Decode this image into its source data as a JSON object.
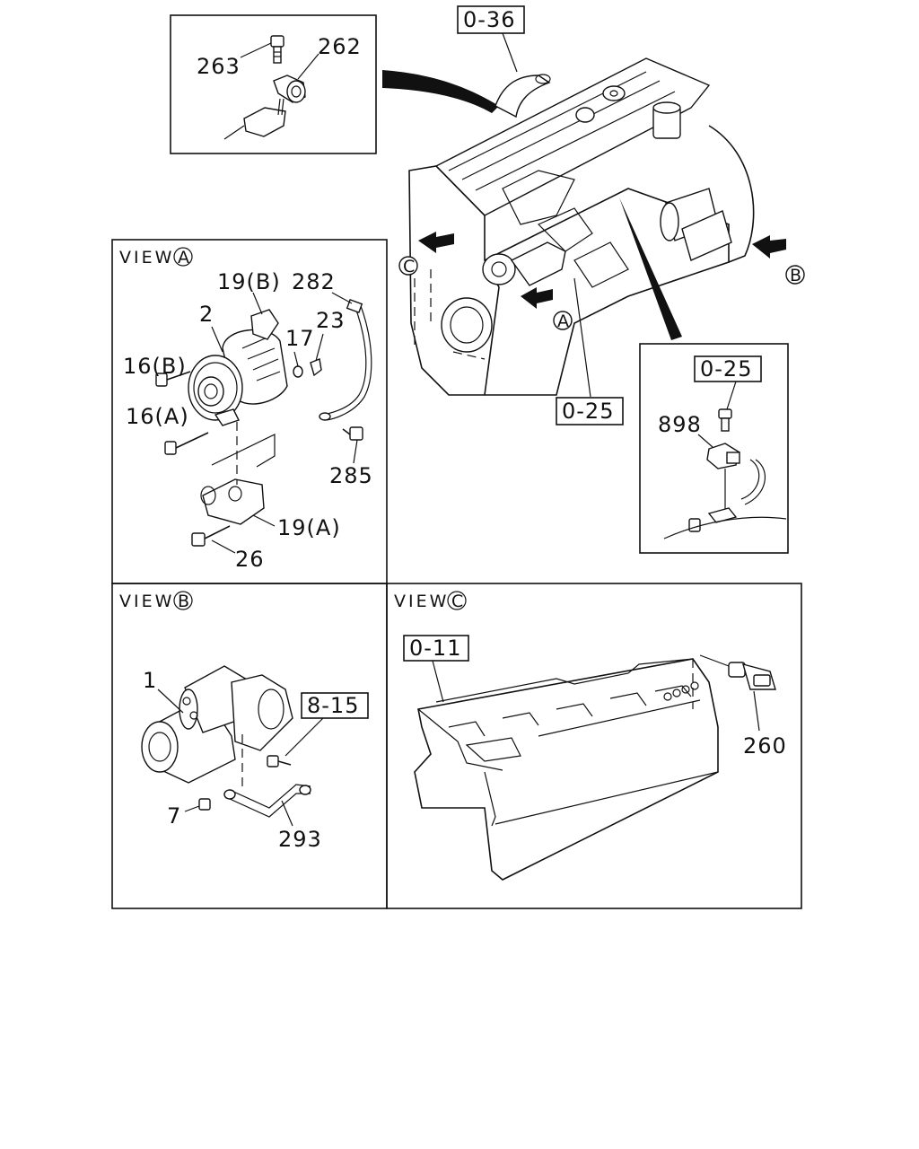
{
  "callouts": {
    "c263": "263",
    "c262": "262",
    "c036": "0-36",
    "c19b": "19(B)",
    "c282": "282",
    "c2": "2",
    "c16b": "16(B)",
    "c17": "17",
    "c23": "23",
    "c16a": "16(A)",
    "c285": "285",
    "c19a": "19(A)",
    "c26": "26",
    "c025a": "0-25",
    "c025b": "0-25",
    "c898": "898",
    "c1": "1",
    "c815": "8-15",
    "c7": "7",
    "c293": "293",
    "c011": "0-11",
    "c260": "260"
  },
  "views": {
    "a_title": "VIEW",
    "a_mark": "A",
    "b_title": "VIEW",
    "b_mark": "B",
    "c_title": "VIEW",
    "c_mark": "C"
  },
  "markers": {
    "a": "A",
    "b": "B",
    "c": "C"
  }
}
